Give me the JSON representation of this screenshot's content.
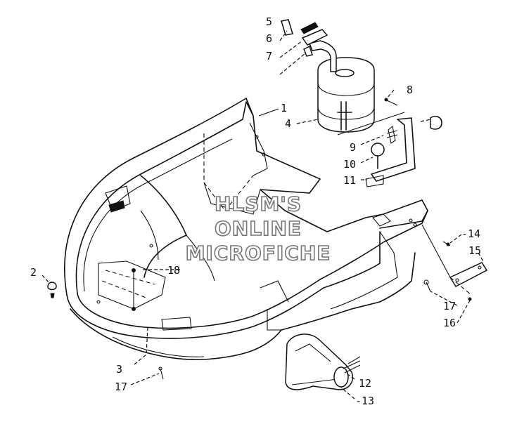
{
  "watermark": {
    "line1": "HLSM'S",
    "line2": "ONLINE",
    "line3": "MICROFICHE"
  },
  "callouts": {
    "c1": "1",
    "c2": "2",
    "c3": "3",
    "c4": "4",
    "c5": "5",
    "c6": "6",
    "c7": "7",
    "c8": "8",
    "c9": "9",
    "c10": "10",
    "c11": "11",
    "c12": "12",
    "c13": "-13",
    "c14": "-14",
    "c15": "15",
    "c16": "16",
    "c17a": "17",
    "c17b": "17",
    "c18": "18"
  }
}
